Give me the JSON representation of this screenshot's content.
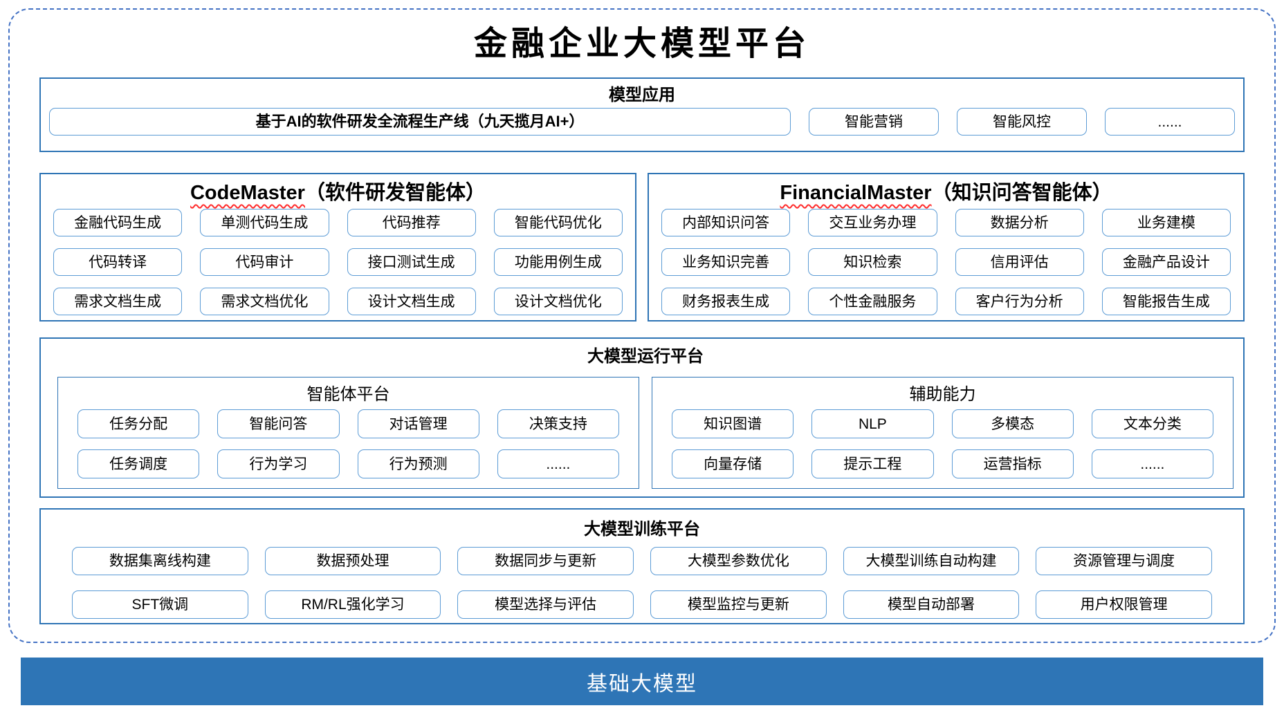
{
  "title": "金融企业大模型平台",
  "colors": {
    "outer_dashed_border": "#4472C4",
    "section_border": "#2E74B5",
    "item_border": "#5B9BD5",
    "foundation_bar_bg": "#2E75B6",
    "foundation_bar_text": "#FFFFFF",
    "spellcheck_squiggle": "#FF2B2B"
  },
  "model_app": {
    "header": "模型应用",
    "wide_item": "基于AI的软件研发全流程生产线（九天揽月AI+）",
    "items": [
      "智能营销",
      "智能风控",
      "......"
    ]
  },
  "agents": [
    {
      "name_en": "CodeMaster",
      "name_suffix": "（软件研发智能体）",
      "items": [
        "金融代码生成",
        "单测代码生成",
        "代码推荐",
        "智能代码优化",
        "代码转译",
        "代码审计",
        "接口测试生成",
        "功能用例生成",
        "需求文档生成",
        "需求文档优化",
        "设计文档生成",
        "设计文档优化"
      ]
    },
    {
      "name_en": "FinancialMaster",
      "name_suffix": "（知识问答智能体）",
      "items": [
        "内部知识问答",
        "交互业务办理",
        "数据分析",
        "业务建模",
        "业务知识完善",
        "知识检索",
        "信用评估",
        "金融产品设计",
        "财务报表生成",
        "个性金融服务",
        "客户行为分析",
        "智能报告生成"
      ]
    }
  ],
  "runtime": {
    "header": "大模型运行平台",
    "groups": [
      {
        "title": "智能体平台",
        "items": [
          "任务分配",
          "智能问答",
          "对话管理",
          "决策支持",
          "任务调度",
          "行为学习",
          "行为预测",
          "......"
        ]
      },
      {
        "title": "辅助能力",
        "items": [
          "知识图谱",
          "NLP",
          "多模态",
          "文本分类",
          "向量存储",
          "提示工程",
          "运营指标",
          "......"
        ]
      }
    ]
  },
  "training": {
    "header": "大模型训练平台",
    "items": [
      "数据集离线构建",
      "数据预处理",
      "数据同步与更新",
      "大模型参数优化",
      "大模型训练自动构建",
      "资源管理与调度",
      "SFT微调",
      "RM/RL强化学习",
      "模型选择与评估",
      "模型监控与更新",
      "模型自动部署",
      "用户权限管理"
    ]
  },
  "foundation": {
    "label": "基础大模型"
  }
}
